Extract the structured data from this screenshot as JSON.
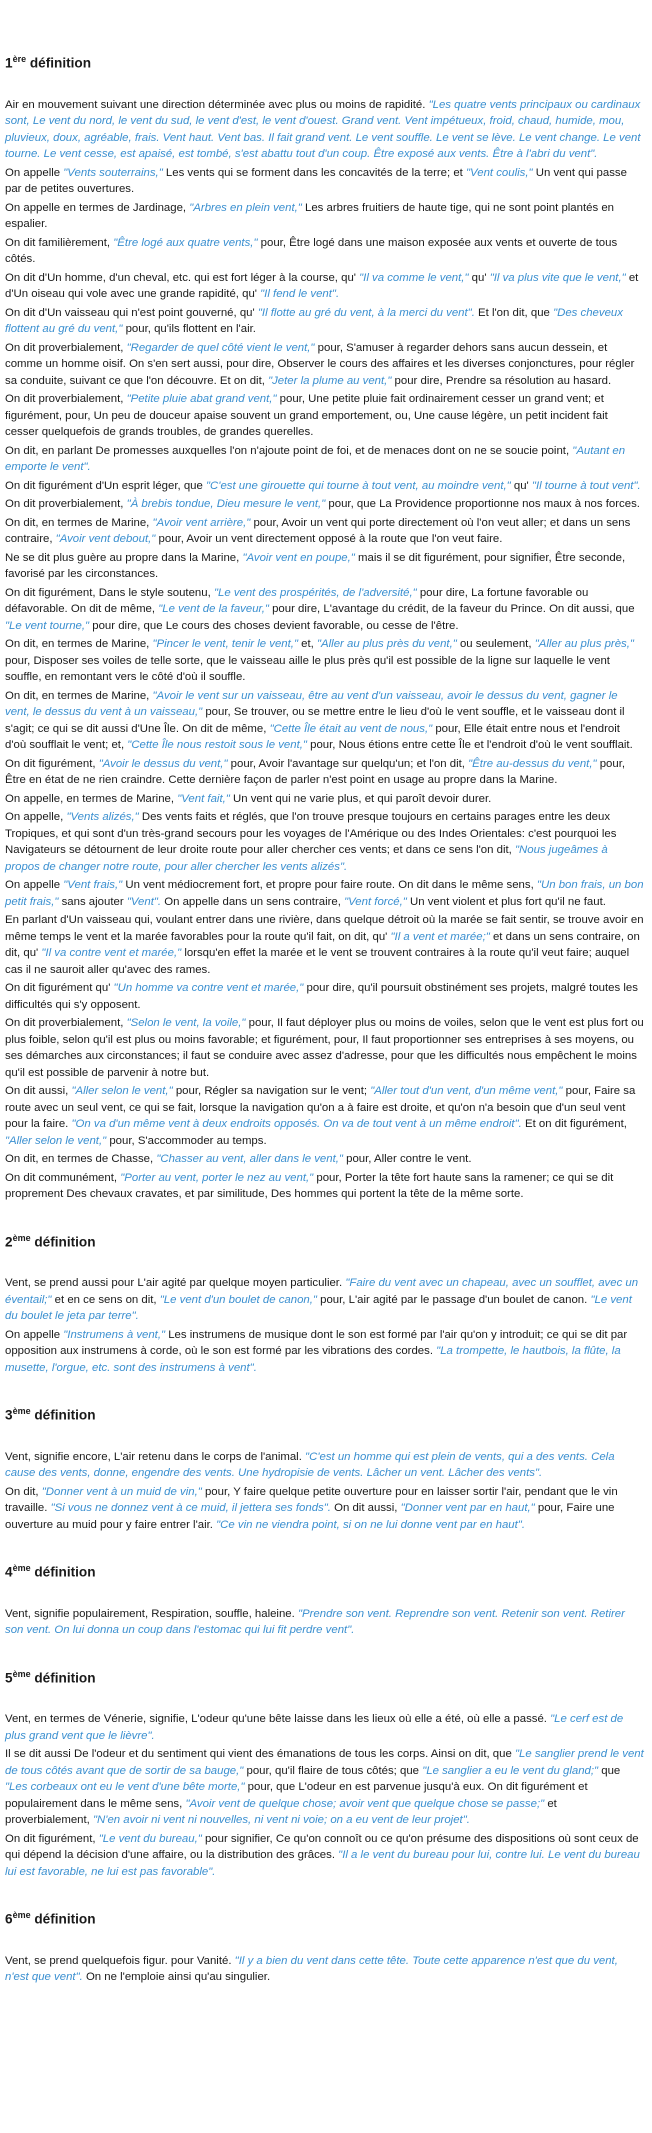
{
  "sections": [
    {
      "num": "1",
      "sup": "ère",
      "label": "définition",
      "paragraphs": [
        [
          {
            "t": "Air en mouvement suivant une direction déterminée avec plus ou moins de rapidité. "
          },
          {
            "t": "\"Les quatre vents principaux ou cardinaux sont, Le vent du nord, le vent du sud, le vent d'est, le vent d'ouest. Grand vent. Vent impétueux, froid, chaud, humide, mou, pluvieux, doux, agréable, frais. Vent haut. Vent bas. Il fait grand vent. Le vent souffle. Le vent se lève. Le vent change. Le vent tourne. Le vent cesse, est apaisé, est tombé, s'est abattu tout d'un coup. Être exposé aux vents. Être à l'abri du vent\".",
            "q": true
          }
        ],
        [
          {
            "t": "On appelle "
          },
          {
            "t": "\"Vents souterrains,\"",
            "q": true
          },
          {
            "t": " Les vents qui se forment dans les concavités de la terre; et "
          },
          {
            "t": "\"Vent coulis,\"",
            "q": true
          },
          {
            "t": " Un vent qui passe par de petites ouvertures."
          }
        ],
        [
          {
            "t": "On appelle en termes de Jardinage, "
          },
          {
            "t": "\"Arbres en plein vent,\"",
            "q": true
          },
          {
            "t": " Les arbres fruitiers de haute tige, qui ne sont point plantés en espalier."
          }
        ],
        [
          {
            "t": "On dit familièrement, "
          },
          {
            "t": "\"Être logé aux quatre vents,\"",
            "q": true
          },
          {
            "t": " pour, Être logé dans une maison exposée aux vents et ouverte de tous côtés."
          }
        ],
        [
          {
            "t": "On dit d'Un homme, d'un cheval, etc. qui est fort léger à la course, qu' "
          },
          {
            "t": "\"Il va comme le vent,\"",
            "q": true
          },
          {
            "t": " qu' "
          },
          {
            "t": "\"Il va plus vite que le vent,\"",
            "q": true
          },
          {
            "t": " et d'Un oiseau qui vole avec une grande rapidité, qu' "
          },
          {
            "t": "\"Il fend le vent\".",
            "q": true
          }
        ],
        [
          {
            "t": "On dit d'Un vaisseau qui n'est point gouverné, qu' "
          },
          {
            "t": "\"Il flotte au gré du vent, à la merci du vent\".",
            "q": true
          },
          {
            "t": " Et l'on dit, que "
          },
          {
            "t": "\"Des cheveux flottent au gré du vent,\"",
            "q": true
          },
          {
            "t": " pour, qu'ils flottent en l'air."
          }
        ],
        [
          {
            "t": "On dit proverbialement, "
          },
          {
            "t": "\"Regarder de quel côté vient le vent,\"",
            "q": true
          },
          {
            "t": " pour, S'amuser à regarder dehors sans aucun dessein, et comme un homme oisif. On s'en sert aussi, pour dire, Observer le cours des affaires et les diverses conjonctures, pour régler sa conduite, suivant ce que l'on découvre. Et on dit, "
          },
          {
            "t": "\"Jeter la plume au vent,\"",
            "q": true
          },
          {
            "t": " pour dire, Prendre sa résolution au hasard."
          }
        ],
        [
          {
            "t": "On dit proverbialement, "
          },
          {
            "t": "\"Petite pluie abat grand vent,\"",
            "q": true
          },
          {
            "t": " pour, Une petite pluie fait ordinairement cesser un grand vent; et figurément, pour, Un peu de douceur apaise souvent un grand emportement, ou, Une cause légère, un petit incident fait cesser quelquefois de grands troubles, de grandes querelles."
          }
        ],
        [
          {
            "t": "On dit, en parlant De promesses auxquelles l'on n'ajoute point de foi, et de menaces dont on ne se soucie point, "
          },
          {
            "t": "\"Autant en emporte le vent\".",
            "q": true
          }
        ],
        [
          {
            "t": "On dit figurément d'Un esprit léger, que "
          },
          {
            "t": "\"C'est une girouette qui tourne à tout vent, au moindre vent,\"",
            "q": true
          },
          {
            "t": " qu' "
          },
          {
            "t": "\"Il tourne à tout vent\".",
            "q": true
          }
        ],
        [
          {
            "t": "On dit proverbialement, "
          },
          {
            "t": "\"À brebis tondue, Dieu mesure le vent,\"",
            "q": true
          },
          {
            "t": " pour, que La Providence proportionne nos maux à nos forces."
          }
        ],
        [
          {
            "t": "On dit, en termes de Marine, "
          },
          {
            "t": "\"Avoir vent arrière,\"",
            "q": true
          },
          {
            "t": " pour, Avoir un vent qui porte directement où l'on veut aller; et dans un sens contraire, "
          },
          {
            "t": "\"Avoir vent debout,\"",
            "q": true
          },
          {
            "t": " pour, Avoir un vent directement opposé à la route que l'on veut faire."
          }
        ],
        [
          {
            "t": "Ne se dit plus guère au propre dans la Marine, "
          },
          {
            "t": "\"Avoir vent en poupe,\"",
            "q": true
          },
          {
            "t": " mais il se dit figurément, pour signifier, Être seconde, favorisé par les circonstances."
          }
        ],
        [
          {
            "t": "On dit figurément, Dans le style soutenu, "
          },
          {
            "t": "\"Le vent des prospérités, de l'adversité,\"",
            "q": true
          },
          {
            "t": " pour dire, La fortune favorable ou défavorable. On dit de même, "
          },
          {
            "t": "\"Le vent de la faveur,\"",
            "q": true
          },
          {
            "t": " pour dire, L'avantage du crédit, de la faveur du Prince. On dit aussi, que "
          },
          {
            "t": "\"Le vent tourne,\"",
            "q": true
          },
          {
            "t": " pour dire, que Le cours des choses devient favorable, ou cesse de l'être."
          }
        ],
        [
          {
            "t": "On dit, en termes de Marine, "
          },
          {
            "t": "\"Pincer le vent, tenir le vent,\"",
            "q": true
          },
          {
            "t": " et, "
          },
          {
            "t": "\"Aller au plus près du vent,\"",
            "q": true
          },
          {
            "t": " ou seulement, "
          },
          {
            "t": "\"Aller au plus près,\"",
            "q": true
          },
          {
            "t": " pour, Disposer ses voiles de telle sorte, que le vaisseau aille le plus près qu'il est possible de la ligne sur laquelle le vent souffle, en remontant vers le côté d'où il souffle."
          }
        ],
        [
          {
            "t": "On dit, en termes de Marine, "
          },
          {
            "t": "\"Avoir le vent sur un vaisseau, être au vent d'un vaisseau, avoir le dessus du vent, gagner le vent, le dessus du vent à un vaisseau,\"",
            "q": true
          },
          {
            "t": " pour, Se trouver, ou se mettre entre le lieu d'où le vent souffle, et le vaisseau dont il s'agit; ce qui se dit aussi d'Une Île. On dit de même, "
          },
          {
            "t": "\"Cette Île était au vent de nous,\"",
            "q": true
          },
          {
            "t": " pour, Elle était entre nous et l'endroit d'où soufflait le vent; et, "
          },
          {
            "t": "\"Cette Île nous restoit sous le vent,\"",
            "q": true
          },
          {
            "t": " pour, Nous étions entre cette Île et l'endroit d'où le vent soufflait."
          }
        ],
        [
          {
            "t": "On dit figurément, "
          },
          {
            "t": "\"Avoir le dessus du vent,\"",
            "q": true
          },
          {
            "t": " pour, Avoir l'avantage sur quelqu'un; et l'on dit, "
          },
          {
            "t": "\"Être au-dessus du vent,\"",
            "q": true
          },
          {
            "t": " pour, Être en état de ne rien craindre. Cette dernière façon de parler n'est point en usage au propre dans la Marine."
          }
        ],
        [
          {
            "t": "On appelle, en termes de Marine, "
          },
          {
            "t": "\"Vent fait,\"",
            "q": true
          },
          {
            "t": " Un vent qui ne varie plus, et qui paroît devoir durer."
          }
        ],
        [
          {
            "t": "On appelle, "
          },
          {
            "t": "\"Vents alizés,\"",
            "q": true
          },
          {
            "t": " Des vents faits et réglés, que l'on trouve presque toujours en certains parages entre les deux Tropiques, et qui sont d'un très-grand secours pour les voyages de l'Amérique ou des Indes Orientales: c'est pourquoi les Navigateurs se détournent de leur droite route pour aller chercher ces vents; et dans ce sens l'on dit, "
          },
          {
            "t": "\"Nous jugeâmes à propos de changer notre route, pour aller chercher les vents alizés\".",
            "q": true
          }
        ],
        [
          {
            "t": "On appelle "
          },
          {
            "t": "\"Vent frais,\"",
            "q": true
          },
          {
            "t": " Un vent médiocrement fort, et propre pour faire route. On dit dans le même sens, "
          },
          {
            "t": "\"Un bon frais, un bon petit frais,\"",
            "q": true
          },
          {
            "t": " sans ajouter "
          },
          {
            "t": "\"Vent\".",
            "q": true
          },
          {
            "t": " On appelle dans un sens contraire, "
          },
          {
            "t": "\"Vent forcé,\"",
            "q": true
          },
          {
            "t": " Un vent violent et plus fort qu'il ne faut."
          }
        ],
        [
          {
            "t": "En parlant d'Un vaisseau qui, voulant entrer dans une rivière, dans quelque détroit où la marée se fait sentir, se trouve avoir en même temps le vent et la marée favorables pour la route qu'il fait, on dit, qu' "
          },
          {
            "t": "\"Il a vent et marée;\"",
            "q": true
          },
          {
            "t": " et dans un sens contraire, on dit, qu' "
          },
          {
            "t": "\"Il va contre vent et marée,\"",
            "q": true
          },
          {
            "t": " lorsqu'en effet la marée et le vent se trouvent contraires à la route qu'il veut faire; auquel cas il ne sauroit aller qu'avec des rames."
          }
        ],
        [
          {
            "t": "On dit figurément qu' "
          },
          {
            "t": "\"Un homme va contre vent et marée,\"",
            "q": true
          },
          {
            "t": " pour dire, qu'il poursuit obstinément ses projets, malgré toutes les difficultés qui s'y opposent."
          }
        ],
        [
          {
            "t": "On dit proverbialement, "
          },
          {
            "t": "\"Selon le vent, la voile,\"",
            "q": true
          },
          {
            "t": " pour, Il faut déployer plus ou moins de voiles, selon que le vent est plus fort ou plus foible, selon qu'il est plus ou moins favorable; et figurément, pour, Il faut proportionner ses entreprises à ses moyens, ou ses démarches aux circonstances; il faut se conduire avec assez d'adresse, pour que les difficultés nous empêchent le moins qu'il est possible de parvenir à notre but."
          }
        ],
        [
          {
            "t": "On dit aussi, "
          },
          {
            "t": "\"Aller selon le vent,\"",
            "q": true
          },
          {
            "t": " pour, Régler sa navigation sur le vent; "
          },
          {
            "t": "\"Aller tout d'un vent, d'un même vent,\"",
            "q": true
          },
          {
            "t": " pour, Faire sa route avec un seul vent, ce qui se fait, lorsque la navigation qu'on a à faire est droite, et qu'on n'a besoin que d'un seul vent pour la faire. "
          },
          {
            "t": "\"On va d'un même vent à deux endroits opposés. On va de tout vent à un même endroit\".",
            "q": true
          },
          {
            "t": " Et on dit figurément, "
          },
          {
            "t": "\"Aller selon le vent,\"",
            "q": true
          },
          {
            "t": " pour, S'accommoder au temps."
          }
        ],
        [
          {
            "t": "On dit, en termes de Chasse, "
          },
          {
            "t": "\"Chasser au vent, aller dans le vent,\"",
            "q": true
          },
          {
            "t": " pour, Aller contre le vent."
          }
        ],
        [
          {
            "t": "On dit communément, "
          },
          {
            "t": "\"Porter au vent, porter le nez au vent,\"",
            "q": true
          },
          {
            "t": " pour, Porter la tête fort haute sans la ramener; ce qui se dit proprement Des chevaux cravates, et par similitude, Des hommes qui portent la tête de la même sorte."
          }
        ]
      ]
    },
    {
      "num": "2",
      "sup": "ème",
      "label": "définition",
      "paragraphs": [
        [
          {
            "t": "Vent, se prend aussi pour L'air agité par quelque moyen particulier. "
          },
          {
            "t": "\"Faire du vent avec un chapeau, avec un soufflet, avec un éventail;\"",
            "q": true
          },
          {
            "t": " et en ce sens on dit, "
          },
          {
            "t": "\"Le vent d'un boulet de canon,\"",
            "q": true
          },
          {
            "t": " pour, L'air agité par le passage d'un boulet de canon. "
          },
          {
            "t": "\"Le vent du boulet le jeta par terre\".",
            "q": true
          }
        ],
        [
          {
            "t": "On appelle "
          },
          {
            "t": "\"Instrumens à vent,\"",
            "q": true
          },
          {
            "t": " Les instrumens de musique dont le son est formé par l'air qu'on y introduit; ce qui se dit par opposition aux instrumens à corde, où le son est formé par les vibrations des cordes. "
          },
          {
            "t": "\"La trompette, le hautbois, la flûte, la musette, l'orgue, etc. sont des instrumens à vent\".",
            "q": true
          }
        ]
      ]
    },
    {
      "num": "3",
      "sup": "ème",
      "label": "définition",
      "paragraphs": [
        [
          {
            "t": "Vent, signifie encore, L'air retenu dans le corps de l'animal. "
          },
          {
            "t": "\"C'est un homme qui est plein de vents, qui a des vents. Cela cause des vents, donne, engendre des vents. Une hydropisie de vents. Lâcher un vent. Lâcher des vents\".",
            "q": true
          }
        ],
        [
          {
            "t": "On dit, "
          },
          {
            "t": "\"Donner vent à un muid de vin,\"",
            "q": true
          },
          {
            "t": " pour, Y faire quelque petite ouverture pour en laisser sortir l'air, pendant que le vin travaille. "
          },
          {
            "t": "\"Si vous ne donnez vent à ce muid, il jettera ses fonds\".",
            "q": true
          },
          {
            "t": " On dit aussi, "
          },
          {
            "t": "\"Donner vent par en haut,\"",
            "q": true
          },
          {
            "t": " pour, Faire une ouverture au muid pour y faire entrer l'air. "
          },
          {
            "t": "\"Ce vin ne viendra point, si on ne lui donne vent par en haut\".",
            "q": true
          }
        ]
      ]
    },
    {
      "num": "4",
      "sup": "ème",
      "label": "définition",
      "paragraphs": [
        [
          {
            "t": "Vent, signifie populairement, Respiration, souffle, haleine. "
          },
          {
            "t": "\"Prendre son vent. Reprendre son vent. Retenir son vent. Retirer son vent. On lui donna un coup dans l'estomac qui lui fit perdre vent\".",
            "q": true
          }
        ]
      ]
    },
    {
      "num": "5",
      "sup": "ème",
      "label": "définition",
      "paragraphs": [
        [
          {
            "t": "Vent, en termes de Vénerie, signifie, L'odeur qu'une bête laisse dans les lieux où elle a été, où elle a passé. "
          },
          {
            "t": "\"Le cerf est de plus grand vent que le lièvre\".",
            "q": true
          }
        ],
        [
          {
            "t": "Il se dit aussi De l'odeur et du sentiment qui vient des émanations de tous les corps. Ainsi on dit, que "
          },
          {
            "t": "\"Le sanglier prend le vent de tous côtés avant que de sortir de sa bauge,\"",
            "q": true
          },
          {
            "t": " pour, qu'il flaire de tous côtés; que "
          },
          {
            "t": "\"Le sanglier a eu le vent du gland;\"",
            "q": true
          },
          {
            "t": " que "
          },
          {
            "t": "\"Les corbeaux ont eu le vent d'une bête morte,\"",
            "q": true
          },
          {
            "t": " pour, que L'odeur en est parvenue jusqu'à eux. On dit figurément et populairement dans le même sens, "
          },
          {
            "t": "\"Avoir vent de quelque chose; avoir vent que quelque chose se passe;\"",
            "q": true
          },
          {
            "t": " et proverbialement, "
          },
          {
            "t": "\"N'en avoir ni vent ni nouvelles, ni vent ni voie; on a eu vent de leur projet\".",
            "q": true
          }
        ],
        [
          {
            "t": "On dit figurément, "
          },
          {
            "t": "\"Le vent du bureau,\"",
            "q": true
          },
          {
            "t": " pour signifier, Ce qu'on connoît ou ce qu'on présume des dispositions où sont ceux de qui dépend la décision d'une affaire, ou la distribution des grâces. "
          },
          {
            "t": "\"Il a le vent du bureau pour lui, contre lui. Le vent du bureau lui est favorable, ne lui est pas favorable\".",
            "q": true
          }
        ]
      ]
    },
    {
      "num": "6",
      "sup": "ème",
      "label": "définition",
      "paragraphs": [
        [
          {
            "t": "Vent, se prend quelquefois figur. pour Vanité. "
          },
          {
            "t": "\"Il y a bien du vent dans cette tête. Toute cette apparence n'est que du vent, n'est que vent\".",
            "q": true
          },
          {
            "t": " On ne l'emploie ainsi qu'au singulier."
          }
        ]
      ]
    }
  ]
}
